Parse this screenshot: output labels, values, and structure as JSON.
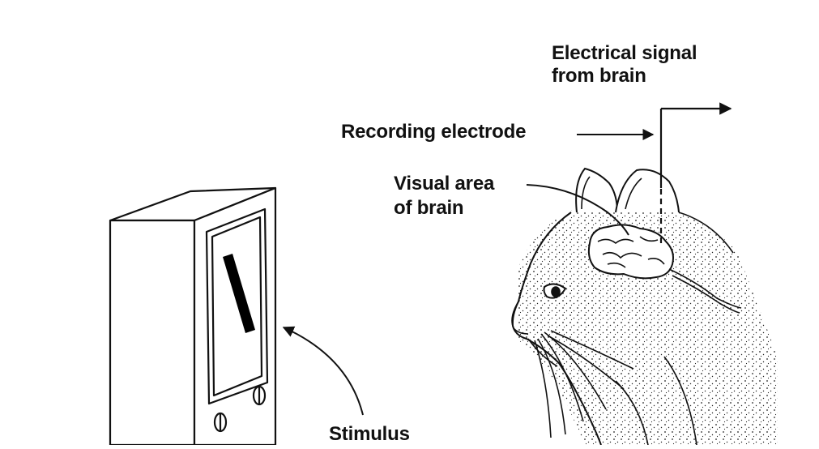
{
  "labels": {
    "signal_line1": "Electrical signal",
    "signal_line2": "from brain",
    "electrode": "Recording electrode",
    "visual_line1": "Visual area",
    "visual_line2": "of brain",
    "stimulus": "Stimulus"
  },
  "colors": {
    "ink": "#111111",
    "paper": "#ffffff",
    "bar": "#000000"
  },
  "icons": [
    "stimulus-monitor",
    "stimulus-bar",
    "cat-head",
    "brain",
    "electrode-wire"
  ]
}
